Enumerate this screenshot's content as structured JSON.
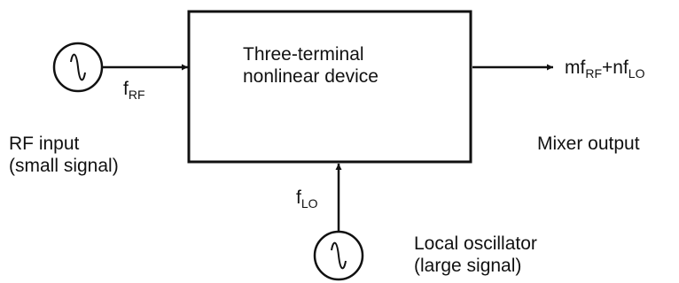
{
  "diagram": {
    "device_box": {
      "label_line1": "Three-terminal",
      "label_line2": "nonlinear device"
    },
    "rf_source": {
      "icon": "sine-source-icon",
      "freq_main": "f",
      "freq_sub": "RF",
      "label_line1": "RF input",
      "label_line2": "(small signal)"
    },
    "lo_source": {
      "icon": "sine-source-icon",
      "freq_main": "f",
      "freq_sub": "LO",
      "label_line1": "Local oscillator",
      "label_line2": "(large signal)"
    },
    "output": {
      "expr_m": "mf",
      "expr_sub_rf": "RF",
      "expr_plus_n": "+nf",
      "expr_sub_lo": "LO",
      "label": "Mixer output"
    },
    "stroke_color": "#111111"
  }
}
